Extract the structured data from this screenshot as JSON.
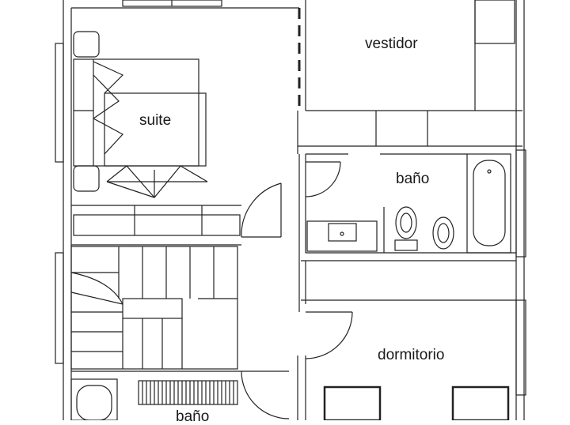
{
  "rooms": {
    "vestidor": "vestidor",
    "suite": "suite",
    "bano_upper": "baño",
    "dormitorio": "dormitorio",
    "bano_lower": "baño"
  }
}
